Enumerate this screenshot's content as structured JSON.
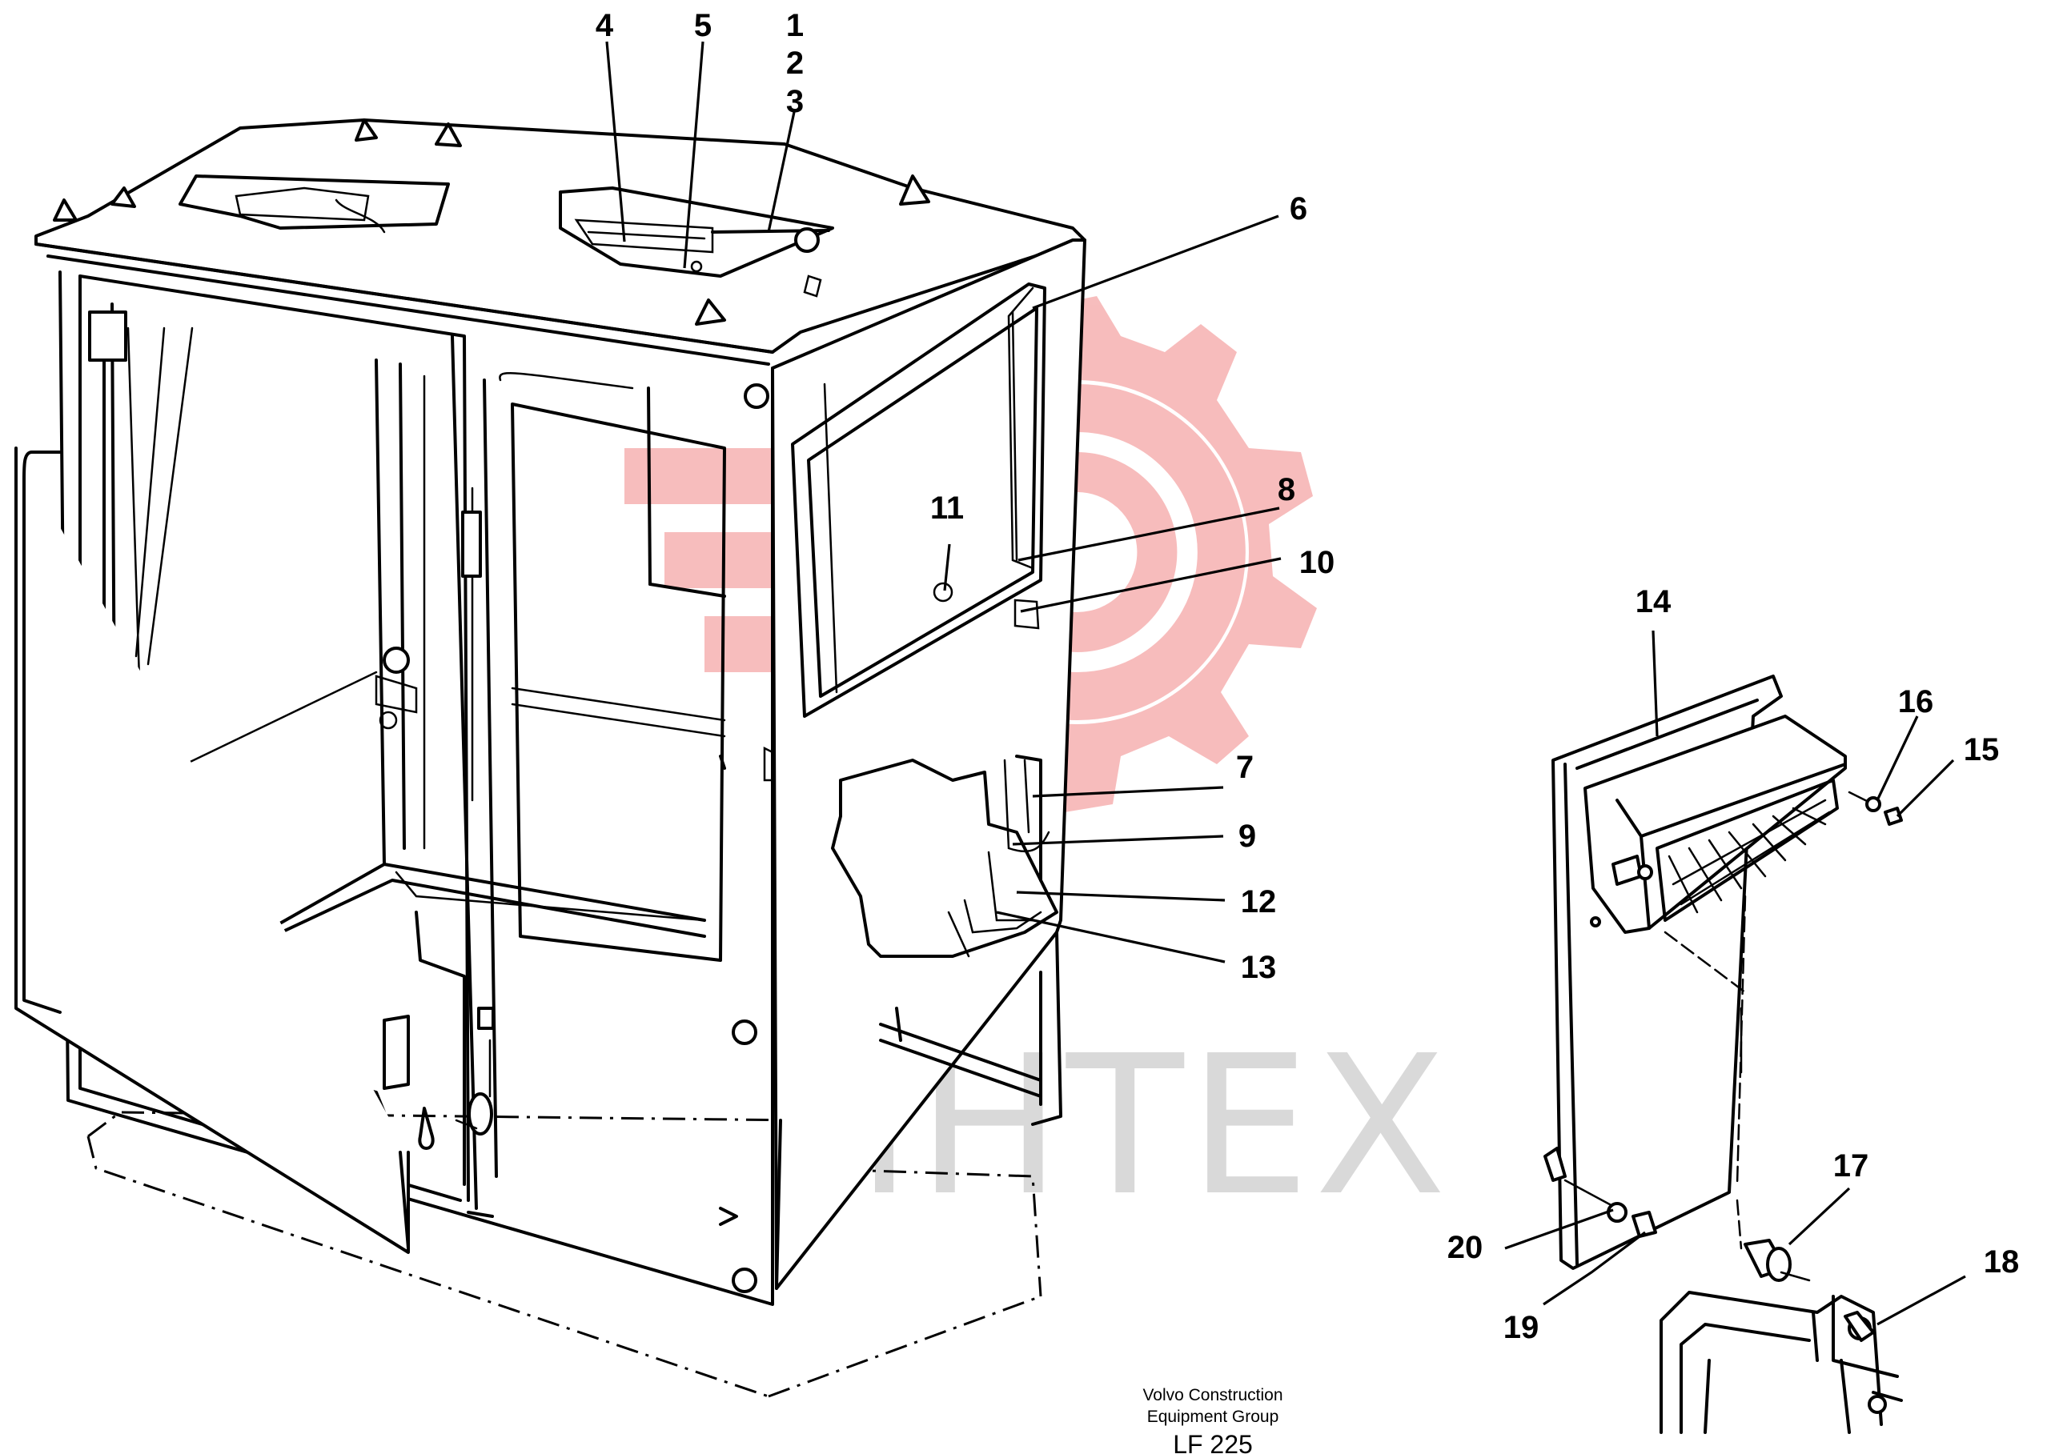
{
  "callouts": [
    {
      "id": "c1",
      "label": "1"
    },
    {
      "id": "c2",
      "label": "2"
    },
    {
      "id": "c3",
      "label": "3"
    },
    {
      "id": "c4",
      "label": "4"
    },
    {
      "id": "c5",
      "label": "5"
    },
    {
      "id": "c6",
      "label": "6"
    },
    {
      "id": "c7",
      "label": "7"
    },
    {
      "id": "c8",
      "label": "8"
    },
    {
      "id": "c9",
      "label": "9"
    },
    {
      "id": "c10",
      "label": "10"
    },
    {
      "id": "c11",
      "label": "11"
    },
    {
      "id": "c12",
      "label": "12"
    },
    {
      "id": "c13",
      "label": "13"
    },
    {
      "id": "c14",
      "label": "14"
    },
    {
      "id": "c15",
      "label": "15"
    },
    {
      "id": "c16",
      "label": "16"
    },
    {
      "id": "c17",
      "label": "17"
    },
    {
      "id": "c18",
      "label": "18"
    },
    {
      "id": "c19",
      "label": "19"
    },
    {
      "id": "c20",
      "label": "20"
    }
  ],
  "caption": {
    "line1": "Volvo Construction",
    "line2": "Equipment Group",
    "code": "LF 225"
  },
  "watermark": {
    "text": "ИНТЕХ",
    "logo_color": "#f7b9b9",
    "text_color": "#d9d9d9"
  }
}
